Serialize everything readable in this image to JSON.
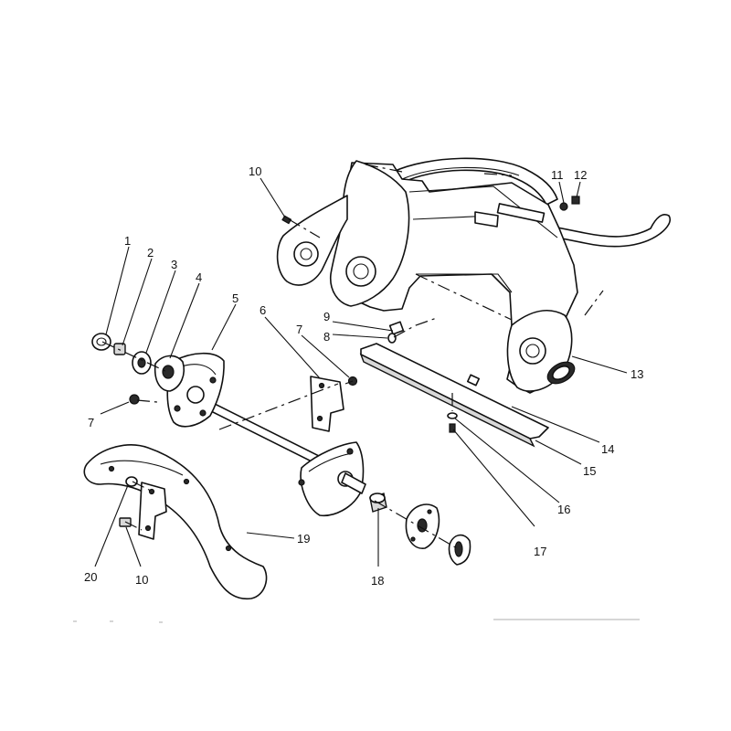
{
  "callouts": [
    {
      "id": "c1",
      "label": "1"
    },
    {
      "id": "c2",
      "label": "2"
    },
    {
      "id": "c3",
      "label": "3"
    },
    {
      "id": "c4",
      "label": "4"
    },
    {
      "id": "c5",
      "label": "5"
    },
    {
      "id": "c6",
      "label": "6"
    },
    {
      "id": "c7a",
      "label": "7"
    },
    {
      "id": "c7b",
      "label": "7"
    },
    {
      "id": "c8",
      "label": "8"
    },
    {
      "id": "c9",
      "label": "9"
    },
    {
      "id": "c10a",
      "label": "10"
    },
    {
      "id": "c10b",
      "label": "10"
    },
    {
      "id": "c11",
      "label": "11"
    },
    {
      "id": "c12",
      "label": "12"
    },
    {
      "id": "c13",
      "label": "13"
    },
    {
      "id": "c14",
      "label": "14"
    },
    {
      "id": "c15",
      "label": "15"
    },
    {
      "id": "c16",
      "label": "16"
    },
    {
      "id": "c17",
      "label": "17"
    },
    {
      "id": "c18",
      "label": "18"
    },
    {
      "id": "c19",
      "label": "19"
    },
    {
      "id": "c20",
      "label": "20"
    }
  ]
}
